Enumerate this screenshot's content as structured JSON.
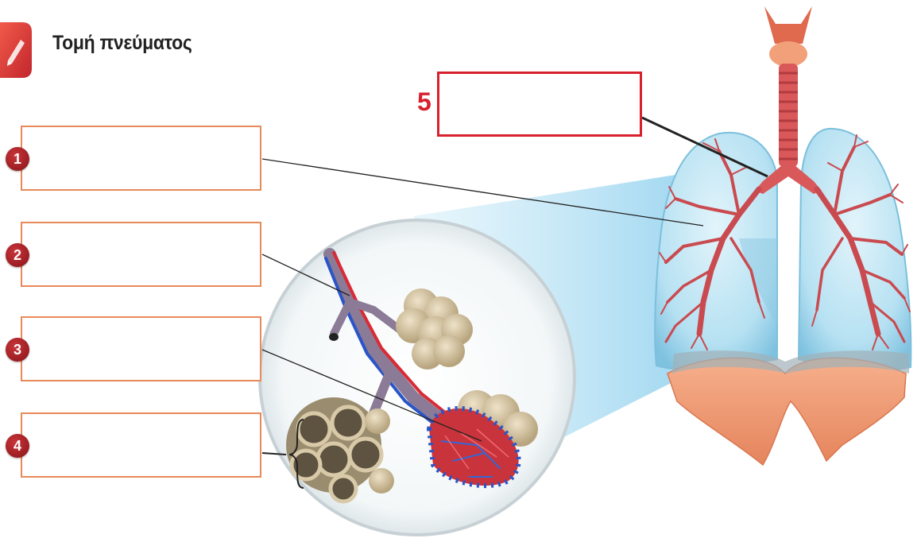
{
  "title": "Τομή πνεύματος",
  "labels": [
    {
      "number": "1",
      "answer": ""
    },
    {
      "number": "2",
      "answer": ""
    },
    {
      "number": "3",
      "answer": ""
    },
    {
      "number": "4",
      "answer": ""
    },
    {
      "number": "5",
      "answer": ""
    }
  ],
  "colors": {
    "box_border": "#e8895a",
    "badge": "#9c1d22",
    "label5": "#d8202e",
    "lung": "#9fd3ec",
    "airway": "#c94a4f",
    "vein": "#2a55c8"
  }
}
